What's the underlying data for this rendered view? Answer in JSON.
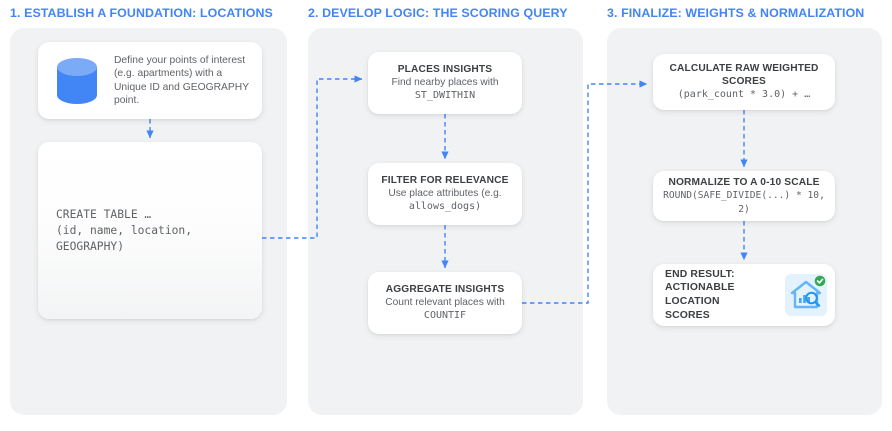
{
  "diagram": {
    "accent_color": "#4285f4",
    "panel_color": "#f1f2f3",
    "card_color": "#ffffff",
    "columns": [
      {
        "id": "column-1",
        "title": "1. ESTABLISH A FOUNDATION: LOCATIONS",
        "cards": [
          {
            "id": "card-db",
            "icon": "database-cylinder-icon",
            "body": "Define your points of interest (e.g. apartments) with a Unique ID and GEOGRAPHY point."
          },
          {
            "id": "card-create",
            "code_line_1": "CREATE TABLE …",
            "code_line_2": "(id, name, location,",
            "code_line_3": "GEOGRAPHY)"
          }
        ]
      },
      {
        "id": "column-2",
        "title": "2. DEVELOP LOGIC: THE SCORING QUERY",
        "cards": [
          {
            "id": "card-places",
            "title": "PLACES INSIGHTS",
            "subtitle": "Find nearby places with",
            "code": "ST_DWITHIN"
          },
          {
            "id": "card-filter",
            "title": "FILTER FOR RELEVANCE",
            "subtitle": "Use place attributes (e.g.",
            "code": "allows_dogs)"
          },
          {
            "id": "card-agg",
            "title": "AGGREGATE INSIGHTS",
            "subtitle": "Count relevant places with",
            "code": "COUNTIF"
          }
        ]
      },
      {
        "id": "column-3",
        "title": "3. FINALIZE: WEIGHTS & NORMALIZATION",
        "cards": [
          {
            "id": "card-calc",
            "title_line_1": "CALCULATE RAW WEIGHTED",
            "title_line_2": "SCORES",
            "code": "(park_count * 3.0) + …"
          },
          {
            "id": "card-norm",
            "title": "NORMALIZE TO A 0-10 SCALE",
            "code": "ROUND(SAFE_DIVIDE(...) * 10, 2)"
          },
          {
            "id": "card-end",
            "title_line_1": "END RESULT:",
            "title_line_2": "ACTIONABLE LOCATION",
            "title_line_3": "SCORES",
            "icon": "house-analytics-search-icon",
            "badge": "green-check-badge"
          }
        ]
      }
    ]
  }
}
